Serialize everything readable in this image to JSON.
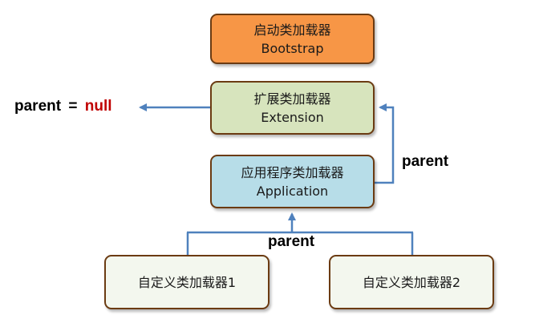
{
  "nodes": {
    "bootstrap": {
      "name_cn": "启动类加载器",
      "name_en": "Bootstrap",
      "fill": "#f79646"
    },
    "extension": {
      "name_cn": "扩展类加载器",
      "name_en": "Extension",
      "fill": "#d7e4bd"
    },
    "application": {
      "name_cn": "应用程序类加载器",
      "name_en": "Application",
      "fill": "#b7dde8"
    },
    "custom1": {
      "name_cn": "自定义类加载器1",
      "fill": "#f3f7ee"
    },
    "custom2": {
      "name_cn": "自定义类加载器2",
      "fill": "#f3f7ee"
    }
  },
  "labels": {
    "ext_parent_word": "parent",
    "ext_parent_eq": "=",
    "ext_parent_null": "null",
    "app_parent": "parent",
    "custom_parent": "parent"
  },
  "colors": {
    "arrow": "#4f81bd",
    "null_text": "#c00000",
    "border": "#6b3b12"
  }
}
